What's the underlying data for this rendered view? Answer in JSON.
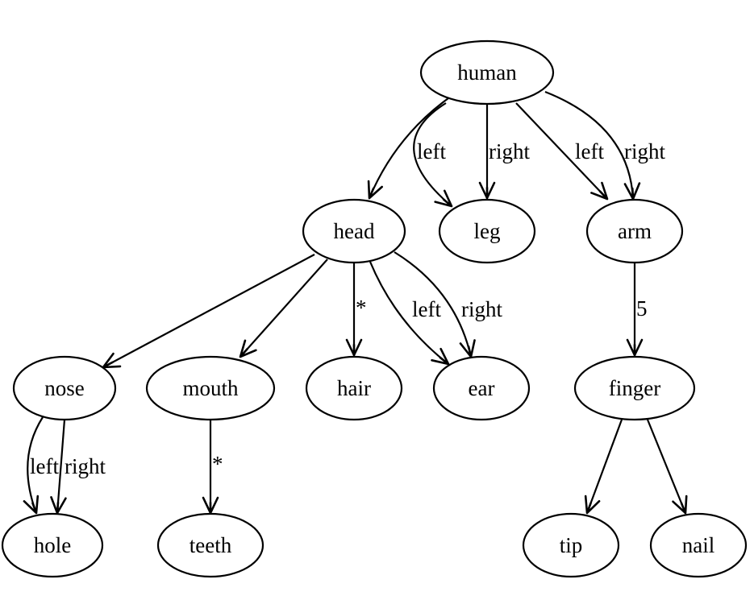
{
  "diagram": {
    "nodes": [
      {
        "id": "human",
        "label": "human"
      },
      {
        "id": "head",
        "label": "head"
      },
      {
        "id": "leg",
        "label": "leg"
      },
      {
        "id": "arm",
        "label": "arm"
      },
      {
        "id": "nose",
        "label": "nose"
      },
      {
        "id": "mouth",
        "label": "mouth"
      },
      {
        "id": "hair",
        "label": "hair"
      },
      {
        "id": "ear",
        "label": "ear"
      },
      {
        "id": "finger",
        "label": "finger"
      },
      {
        "id": "hole",
        "label": "hole"
      },
      {
        "id": "teeth",
        "label": "teeth"
      },
      {
        "id": "tip",
        "label": "tip"
      },
      {
        "id": "nail",
        "label": "nail"
      }
    ],
    "edges": [
      {
        "from": "human",
        "to": "head",
        "label": ""
      },
      {
        "from": "human",
        "to": "leg",
        "label": "left"
      },
      {
        "from": "human",
        "to": "leg",
        "label": "right"
      },
      {
        "from": "human",
        "to": "arm",
        "label": "left"
      },
      {
        "from": "human",
        "to": "arm",
        "label": "right"
      },
      {
        "from": "head",
        "to": "nose",
        "label": ""
      },
      {
        "from": "head",
        "to": "mouth",
        "label": ""
      },
      {
        "from": "head",
        "to": "hair",
        "label": "*"
      },
      {
        "from": "head",
        "to": "ear",
        "label": "left"
      },
      {
        "from": "head",
        "to": "ear",
        "label": "right"
      },
      {
        "from": "arm",
        "to": "finger",
        "label": "5"
      },
      {
        "from": "nose",
        "to": "hole",
        "label": "left"
      },
      {
        "from": "nose",
        "to": "hole",
        "label": "right"
      },
      {
        "from": "mouth",
        "to": "teeth",
        "label": "*"
      },
      {
        "from": "finger",
        "to": "tip",
        "label": ""
      },
      {
        "from": "finger",
        "to": "nail",
        "label": ""
      }
    ]
  }
}
